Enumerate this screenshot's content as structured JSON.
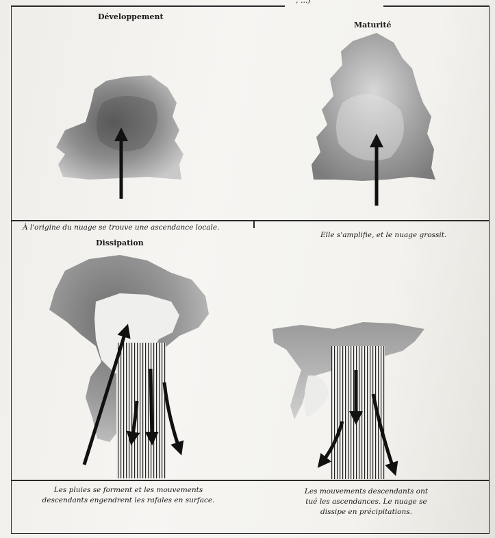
{
  "top_fragment": ", ...)",
  "panels": {
    "development": {
      "title": "Développement",
      "caption": "À l'origine du nuage se trouve une ascendance locale."
    },
    "maturity": {
      "title": "Maturité",
      "caption": "Elle s'amplifie, et le nuage grossit."
    },
    "dissipation": {
      "title": "Dissipation",
      "caption": [
        "Les pluies se forment et les mouvements",
        "descendants engendrent les rafales en surface."
      ]
    },
    "final": {
      "caption": [
        "Les mouvements descendants ont",
        "tué les ascendances. Le nuage se",
        "dissipe en précipitations."
      ]
    }
  }
}
